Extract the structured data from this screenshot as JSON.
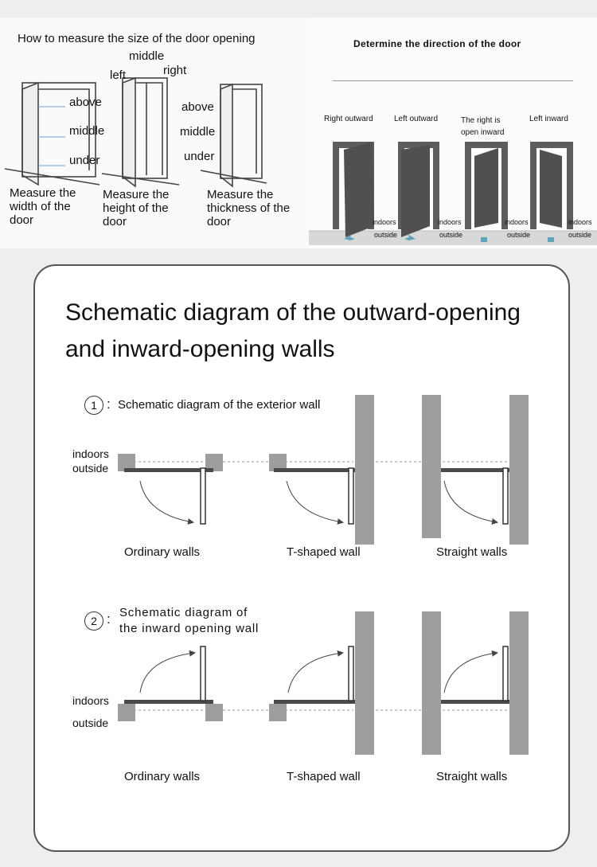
{
  "measure": {
    "title": "How to measure the size of the door opening",
    "height_labels": {
      "middle": "middle",
      "left": "left",
      "right": "right"
    },
    "width_labels": {
      "above": "above",
      "middle": "middle",
      "under": "under"
    },
    "thickness_labels": {
      "above": "above",
      "middle": "middle",
      "under": "under"
    },
    "captions": {
      "width": [
        "Measure the",
        "width of the",
        "door"
      ],
      "height": [
        "Measure the",
        "height of the",
        "door"
      ],
      "thickness": [
        "Measure the",
        "thickness of the",
        "door"
      ]
    }
  },
  "direction": {
    "title": "Determine the direction of the door",
    "doors": [
      {
        "label": [
          "Right outward"
        ],
        "indoors": "indoors",
        "outside": "outside"
      },
      {
        "label": [
          "Left outward"
        ],
        "indoors": "indoors",
        "outside": "outside"
      },
      {
        "label": [
          "The right is",
          "open inward"
        ],
        "indoors": "indoors",
        "outside": "outside"
      },
      {
        "label": [
          "Left inward"
        ],
        "indoors": "indoors",
        "outside": "outside"
      }
    ]
  },
  "schematic": {
    "title_line1": "Schematic diagram of the outward-opening",
    "title_line2": "and inward-opening walls",
    "section1": {
      "number": "1",
      "colon": ":",
      "label": "Schematic diagram of the exterior wall"
    },
    "section2": {
      "number": "2",
      "colon": ":",
      "label_line1": "Schematic diagram of",
      "label_line2": "the inward opening wall"
    },
    "indoors": "indoors",
    "outside": "outside",
    "wall_types": [
      "Ordinary walls",
      "T-shaped wall",
      "Straight walls"
    ]
  },
  "colors": {
    "wall": "#9e9e9e",
    "door": "#4a4a4a",
    "arrow": "#5fa3b8",
    "border": "#555555"
  }
}
